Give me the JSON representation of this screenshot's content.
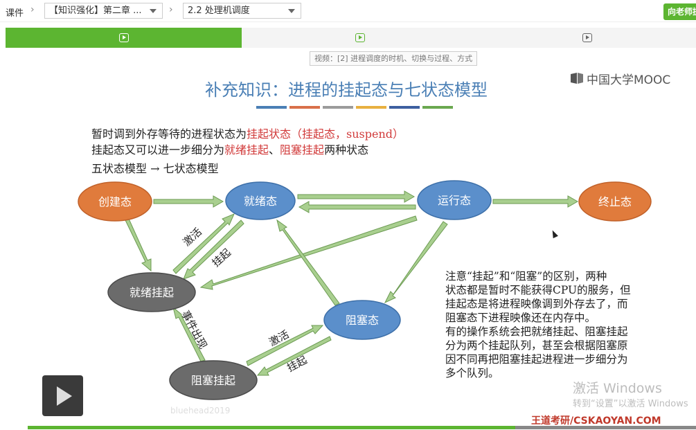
{
  "topbar": {
    "breadcrumb_root": "课件",
    "chapter_select": "【知识强化】第二章 ...",
    "section_select": "2.2 处理机调度",
    "teacher_button": "向老师提问"
  },
  "video_caption": "视频：[2] 进程调度的时机、切换与过程、方式",
  "slide": {
    "title": "补充知识：进程的挂起态与七状态模型",
    "logo_text": "中国大学MOOC",
    "color_bar_colors": [
      "#4a7fb5",
      "#d9704a",
      "#9b9b9b",
      "#e8b040",
      "#3d5fa0",
      "#6aa84f"
    ],
    "line1_prefix": "暂时调到外存等待的进程状态为",
    "line1_red": "挂起状态（挂起态，suspend）",
    "line2_prefix": "挂起态又可以进一步细分为",
    "line2_red1": "就绪挂起",
    "line2_mid": "、",
    "line2_red2": "阻塞挂起",
    "line2_suffix": "两种状态",
    "line3": "五状态模型 → 七状态模型",
    "states": {
      "create": "创建态",
      "ready": "就绪态",
      "running": "运行态",
      "terminated": "终止态",
      "ready_suspend": "就绪挂起",
      "blocked": "阻塞态",
      "blocked_suspend": "阻塞挂起"
    },
    "arrow_labels": {
      "activate1": "激活",
      "suspend1": "挂起",
      "event": "事件出现",
      "activate2": "激活",
      "suspend2": "挂起"
    },
    "note": [
      "注意“挂起”和“阻塞”的区别，两种",
      "状态都是暂时不能获得CPU的服务，但",
      "挂起态是将进程映像调到外存去了，而",
      "阻塞态下进程映像还在内存中。",
      "有的操作系统会把就绪挂起、阻塞挂起",
      "分为两个挂起队列，甚至会根据阻塞原",
      "因不同再把阻塞挂起进程进一步细分为",
      "多个队列。"
    ],
    "colors": {
      "orange_state": "#e07b3c",
      "blue_state": "#5b8fcb",
      "gray_state": "#6b6b6b",
      "arrow_fill": "#a9cf8f",
      "arrow_stroke": "#6b9a52"
    }
  },
  "watermark": {
    "line1": "激活 Windows",
    "line2": "转到“设置”以激活 Windows",
    "faint": "bluehead2019"
  },
  "brand": "王道考研/CSKAOYAN.COM",
  "player": {
    "progress_fraction": 0.73
  }
}
